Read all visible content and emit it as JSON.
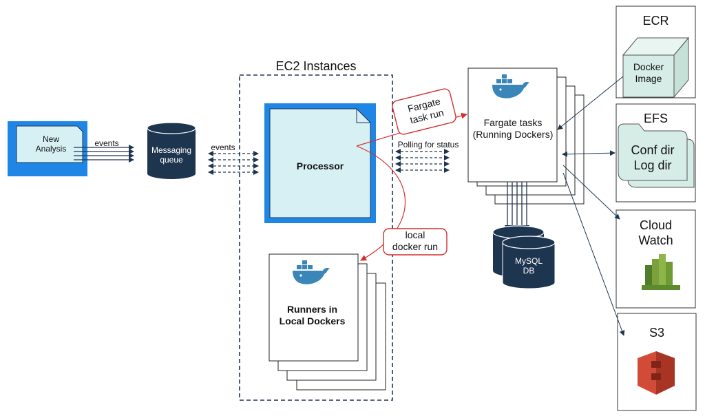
{
  "new_analysis": {
    "label_line1": "New",
    "label_line2": "Analysis"
  },
  "events_label_left": "events",
  "messaging_queue": {
    "line1": "Messaging",
    "line2": "queue"
  },
  "events_label_mid": "events",
  "ec2": {
    "title": "EC2 Instances"
  },
  "processor": {
    "label": "Processor"
  },
  "runners": {
    "line1": "Runners in",
    "line2": "Local Dockers"
  },
  "fargate_run": {
    "line1": "Fargate",
    "line2": "task run"
  },
  "local_run": {
    "line1": "local",
    "line2": "docker run"
  },
  "polling": {
    "label": "Polling for status"
  },
  "fargate_tasks": {
    "line1": "Fargate tasks",
    "line2": "(Running Dockers)"
  },
  "mysql": {
    "line1": "MySQL",
    "line2": "DB"
  },
  "ecr": {
    "title": "ECR",
    "image_line1": "Docker",
    "image_line2": "Image"
  },
  "efs": {
    "title": "EFS",
    "conf": "Conf dir",
    "log": "Log dir"
  },
  "cloudwatch": {
    "line1": "Cloud",
    "line2": "Watch"
  },
  "s3": {
    "title": "S3"
  },
  "colors": {
    "blue": "#1f86e6",
    "light_cyan": "#d7f0f4",
    "dark_navy": "#1e3550",
    "efs_green": "#d6ece6",
    "cloudwatch_green": "#7aa13c",
    "s3_red": "#d24b36",
    "arrow_red": "#d32f2f",
    "docker_blue": "#3b86b8"
  }
}
